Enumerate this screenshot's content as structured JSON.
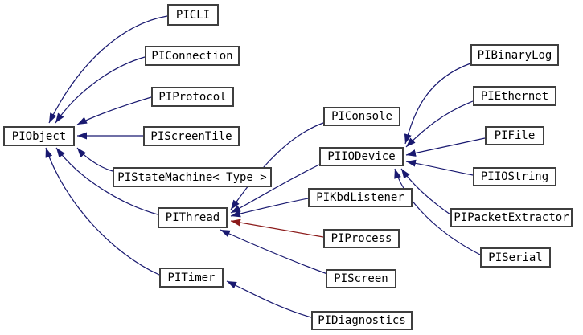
{
  "diagram": {
    "kind": "class-inheritance-graph",
    "background_color": "#ffffff",
    "colors": {
      "box_border": "#3f3f3f",
      "box_fill": "#ffffff",
      "label_text": "#000000",
      "arrow_blue": "#191970",
      "arrow_red": "#8b1a1a"
    },
    "nodes": [
      {
        "id": "PIObject",
        "label": "PIObject"
      },
      {
        "id": "PICLI",
        "label": "PICLI"
      },
      {
        "id": "PIConnection",
        "label": "PIConnection"
      },
      {
        "id": "PIProtocol",
        "label": "PIProtocol"
      },
      {
        "id": "PIScreenTile",
        "label": "PIScreenTile"
      },
      {
        "id": "PIStateMachine",
        "label": "PIStateMachine< Type >"
      },
      {
        "id": "PIThread",
        "label": "PIThread"
      },
      {
        "id": "PITimer",
        "label": "PITimer"
      },
      {
        "id": "PIConsole",
        "label": "PIConsole"
      },
      {
        "id": "PIIODevice",
        "label": "PIIODevice"
      },
      {
        "id": "PIKbdListener",
        "label": "PIKbdListener"
      },
      {
        "id": "PIProcess",
        "label": "PIProcess"
      },
      {
        "id": "PIScreen",
        "label": "PIScreen"
      },
      {
        "id": "PIDiagnostics",
        "label": "PIDiagnostics"
      },
      {
        "id": "PIBinaryLog",
        "label": "PIBinaryLog"
      },
      {
        "id": "PIEthernet",
        "label": "PIEthernet"
      },
      {
        "id": "PIFile",
        "label": "PIFile"
      },
      {
        "id": "PIIOString",
        "label": "PIIOString"
      },
      {
        "id": "PIPacketExtractor",
        "label": "PIPacketExtractor"
      },
      {
        "id": "PISerial",
        "label": "PISerial"
      }
    ],
    "edges": [
      {
        "from": "PICLI",
        "to": "PIObject",
        "color": "blue"
      },
      {
        "from": "PIConnection",
        "to": "PIObject",
        "color": "blue"
      },
      {
        "from": "PIProtocol",
        "to": "PIObject",
        "color": "blue"
      },
      {
        "from": "PIScreenTile",
        "to": "PIObject",
        "color": "blue"
      },
      {
        "from": "PIStateMachine",
        "to": "PIObject",
        "color": "blue"
      },
      {
        "from": "PIThread",
        "to": "PIObject",
        "color": "blue"
      },
      {
        "from": "PITimer",
        "to": "PIObject",
        "color": "blue"
      },
      {
        "from": "PIConsole",
        "to": "PIThread",
        "color": "blue"
      },
      {
        "from": "PIIODevice",
        "to": "PIThread",
        "color": "blue"
      },
      {
        "from": "PIKbdListener",
        "to": "PIThread",
        "color": "blue"
      },
      {
        "from": "PIProcess",
        "to": "PIThread",
        "color": "red"
      },
      {
        "from": "PIScreen",
        "to": "PIThread",
        "color": "blue"
      },
      {
        "from": "PIDiagnostics",
        "to": "PITimer",
        "color": "blue"
      },
      {
        "from": "PIBinaryLog",
        "to": "PIIODevice",
        "color": "blue"
      },
      {
        "from": "PIEthernet",
        "to": "PIIODevice",
        "color": "blue"
      },
      {
        "from": "PIFile",
        "to": "PIIODevice",
        "color": "blue"
      },
      {
        "from": "PIIOString",
        "to": "PIIODevice",
        "color": "blue"
      },
      {
        "from": "PIPacketExtractor",
        "to": "PIIODevice",
        "color": "blue"
      },
      {
        "from": "PISerial",
        "to": "PIIODevice",
        "color": "blue"
      }
    ]
  }
}
